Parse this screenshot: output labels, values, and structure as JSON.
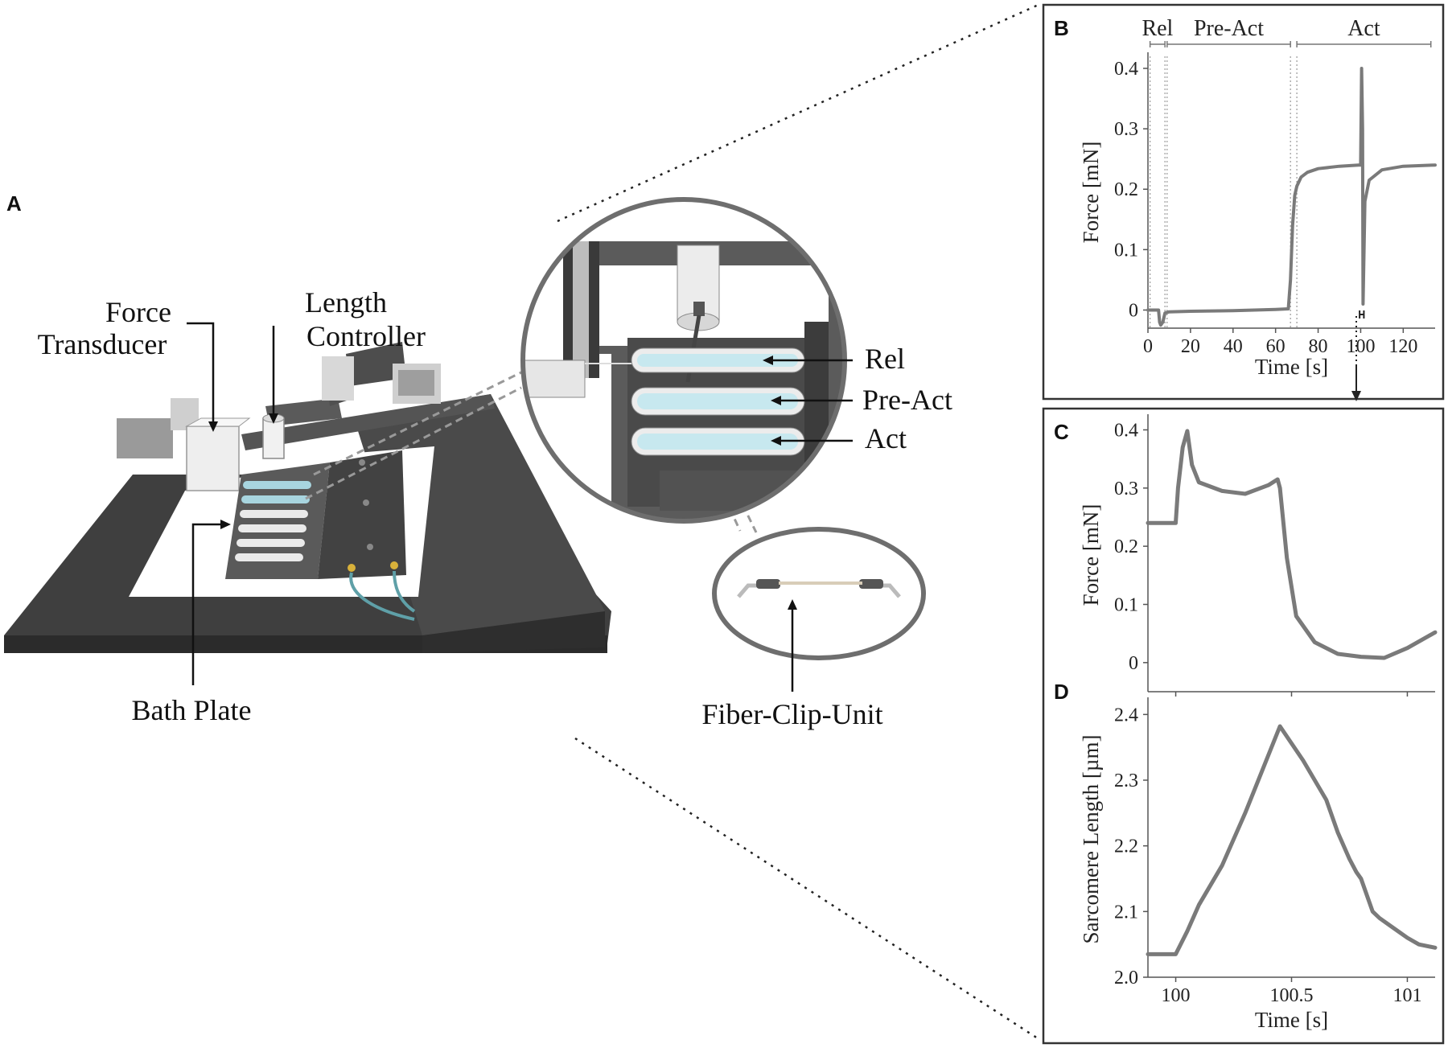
{
  "panel_a": {
    "letter": "A",
    "labels": {
      "force_transducer": [
        "Force",
        "Transducer"
      ],
      "length_controller": [
        "Length",
        "Controller"
      ],
      "bath_plate": "Bath Plate",
      "rel": "Rel",
      "pre_act": "Pre-Act",
      "act": "Act",
      "fiber_clip_unit": "Fiber-Clip-Unit"
    }
  },
  "colors": {
    "trace": "#7a7a7a",
    "plate": "#4b4b4b",
    "bath_fluid": "#cfe7ee",
    "frame": "#333333"
  },
  "chart_data": [
    {
      "panel": "B",
      "type": "line",
      "xlabel": "Time [s]",
      "ylabel": "Force [mN]",
      "xlim": [
        0,
        135
      ],
      "ylim": [
        -0.03,
        0.42
      ],
      "xticks": [
        "0",
        "20",
        "40",
        "60",
        "80",
        "100",
        "120"
      ],
      "yticks": [
        "0",
        "0.1",
        "0.2",
        "0.3",
        "0.4"
      ],
      "phases": [
        {
          "label": "Rel",
          "x": [
            1,
            8
          ]
        },
        {
          "label": "Pre-Act",
          "x": [
            9,
            67
          ]
        },
        {
          "label": "Act",
          "x": [
            70,
            133
          ]
        }
      ],
      "series": [
        {
          "x": [
            0,
            2,
            4,
            5,
            5.5,
            6,
            7,
            8,
            10,
            20,
            40,
            60,
            66,
            67,
            68,
            69,
            70,
            72,
            75,
            80,
            90,
            99,
            100,
            100.45,
            100.9,
            101.1,
            102,
            104,
            110,
            120,
            135
          ],
          "y": [
            0,
            0,
            0,
            0,
            -0.02,
            -0.025,
            -0.02,
            -0.005,
            -0.003,
            -0.002,
            -0.001,
            0.001,
            0.002,
            0.05,
            0.14,
            0.19,
            0.205,
            0.22,
            0.228,
            0.234,
            0.238,
            0.24,
            0.24,
            0.4,
            0.3,
            0.01,
            0.18,
            0.215,
            0.232,
            0.238,
            0.24
          ]
        }
      ]
    },
    {
      "panel": "C",
      "type": "line",
      "xlabel": "",
      "ylabel": "Force [mN]",
      "xlim": [
        99.88,
        101.12
      ],
      "ylim": [
        -0.05,
        0.42
      ],
      "yticks": [
        "0",
        "0.1",
        "0.2",
        "0.3",
        "0.4"
      ],
      "series": [
        {
          "x": [
            99.88,
            100.0,
            100.01,
            100.03,
            100.05,
            100.07,
            100.1,
            100.2,
            100.3,
            100.4,
            100.44,
            100.45,
            100.48,
            100.52,
            100.6,
            100.7,
            100.8,
            100.9,
            101.0,
            101.12
          ],
          "y": [
            0.24,
            0.24,
            0.3,
            0.37,
            0.398,
            0.34,
            0.31,
            0.295,
            0.29,
            0.305,
            0.315,
            0.3,
            0.18,
            0.08,
            0.035,
            0.015,
            0.01,
            0.008,
            0.025,
            0.052
          ]
        }
      ]
    },
    {
      "panel": "D",
      "type": "line",
      "xlabel": "Time [s]",
      "ylabel": "Sarcomere Length [µm]",
      "xlim": [
        99.88,
        101.12
      ],
      "ylim": [
        2.0,
        2.42
      ],
      "xticks": [
        "100",
        "100.5",
        "101"
      ],
      "yticks": [
        "2.0",
        "2.1",
        "2.2",
        "2.3",
        "2.4"
      ],
      "series": [
        {
          "x": [
            99.88,
            100.0,
            100.05,
            100.1,
            100.2,
            100.3,
            100.45,
            100.55,
            100.65,
            100.7,
            100.75,
            100.78,
            100.8,
            100.85,
            100.88,
            100.92,
            100.96,
            101.0,
            101.05,
            101.12
          ],
          "y": [
            2.035,
            2.035,
            2.07,
            2.11,
            2.17,
            2.25,
            2.382,
            2.33,
            2.27,
            2.22,
            2.18,
            2.16,
            2.15,
            2.1,
            2.09,
            2.08,
            2.07,
            2.06,
            2.05,
            2.045
          ]
        }
      ]
    }
  ]
}
